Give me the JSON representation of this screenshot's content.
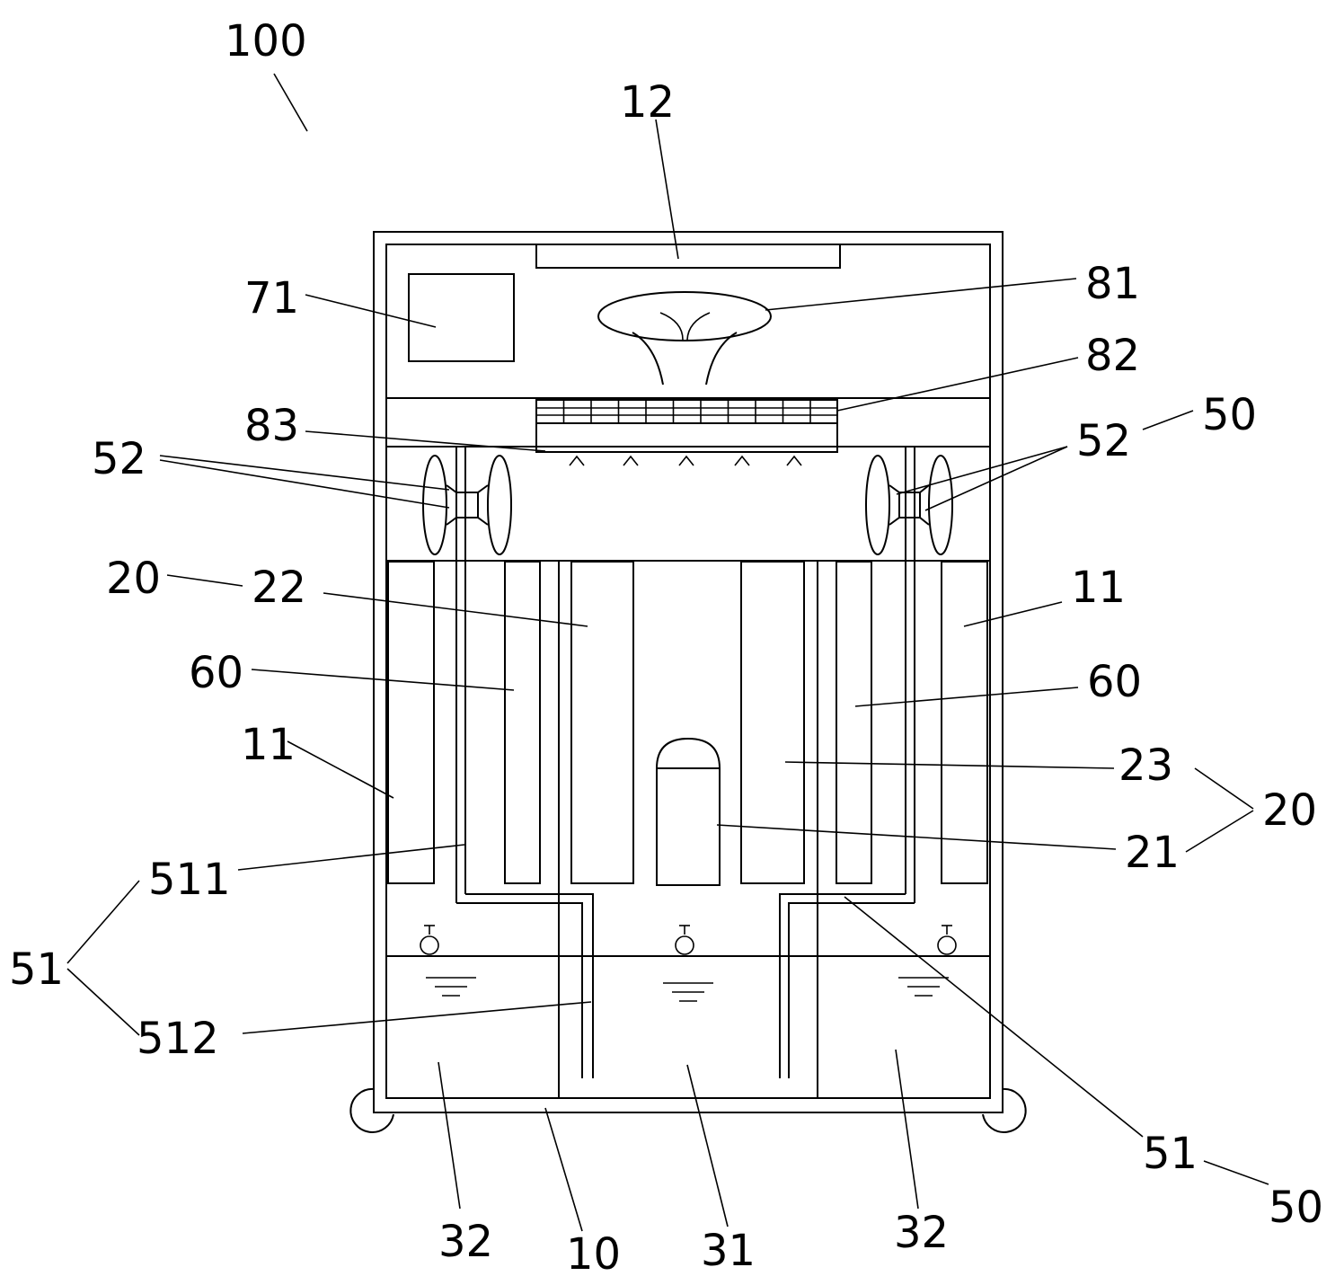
{
  "labels": {
    "assembly": "100",
    "top_filter": "12",
    "control_box": "71",
    "fan_bowl": "81",
    "grille": "82",
    "nozzles": "83",
    "atomizer_left": "52",
    "atomizer_right": "52",
    "group_50_top": "50",
    "filter_left_outer": "20",
    "filter_inner": "22",
    "right_panel_top": "11",
    "media_left": "60",
    "media_right": "60",
    "left_panel": "11",
    "filter_23": "23",
    "group_20": "20",
    "filter_21": "21",
    "pipe_511": "511",
    "group_51_left": "51",
    "pipe_512": "512",
    "pipe_51_right": "51",
    "group_50_bottom": "50",
    "tank_left": "32",
    "base": "10",
    "tank_center": "31",
    "tank_right": "32"
  },
  "colors": {
    "line": "#000000",
    "background": "#ffffff"
  }
}
